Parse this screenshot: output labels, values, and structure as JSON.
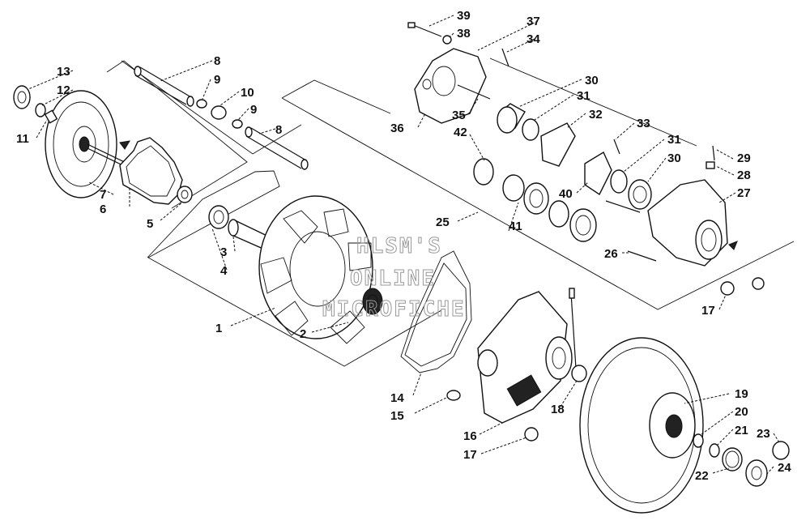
{
  "watermark": {
    "line1": "HLSM'S",
    "line2": "ONLINE",
    "line3": "MICROFICHE"
  },
  "callouts": [
    {
      "id": "c1",
      "text": "1"
    },
    {
      "id": "c2",
      "text": "2"
    },
    {
      "id": "c3",
      "text": "3"
    },
    {
      "id": "c4",
      "text": "4"
    },
    {
      "id": "c5",
      "text": "5"
    },
    {
      "id": "c6",
      "text": "6"
    },
    {
      "id": "c7",
      "text": "7"
    },
    {
      "id": "c8a",
      "text": "8"
    },
    {
      "id": "c8b",
      "text": "8"
    },
    {
      "id": "c9a",
      "text": "9"
    },
    {
      "id": "c9b",
      "text": "9"
    },
    {
      "id": "c10",
      "text": "10"
    },
    {
      "id": "c11",
      "text": "11"
    },
    {
      "id": "c12",
      "text": "12"
    },
    {
      "id": "c13",
      "text": "13"
    },
    {
      "id": "c14",
      "text": "14"
    },
    {
      "id": "c15",
      "text": "15"
    },
    {
      "id": "c16",
      "text": "16"
    },
    {
      "id": "c17a",
      "text": "17"
    },
    {
      "id": "c17b",
      "text": "17"
    },
    {
      "id": "c18",
      "text": "18"
    },
    {
      "id": "c19",
      "text": "19"
    },
    {
      "id": "c20",
      "text": "20"
    },
    {
      "id": "c21",
      "text": "21"
    },
    {
      "id": "c22",
      "text": "22"
    },
    {
      "id": "c23",
      "text": "23"
    },
    {
      "id": "c24",
      "text": "24"
    },
    {
      "id": "c25",
      "text": "25"
    },
    {
      "id": "c26",
      "text": "26"
    },
    {
      "id": "c27",
      "text": "27"
    },
    {
      "id": "c28",
      "text": "28"
    },
    {
      "id": "c29",
      "text": "29"
    },
    {
      "id": "c30a",
      "text": "30"
    },
    {
      "id": "c30b",
      "text": "30"
    },
    {
      "id": "c31a",
      "text": "31"
    },
    {
      "id": "c31b",
      "text": "31"
    },
    {
      "id": "c32",
      "text": "32"
    },
    {
      "id": "c33",
      "text": "33"
    },
    {
      "id": "c34",
      "text": "34"
    },
    {
      "id": "c35",
      "text": "35"
    },
    {
      "id": "c36",
      "text": "36"
    },
    {
      "id": "c37",
      "text": "37"
    },
    {
      "id": "c38",
      "text": "38"
    },
    {
      "id": "c39",
      "text": "39"
    },
    {
      "id": "c40",
      "text": "40"
    },
    {
      "id": "c41",
      "text": "41"
    },
    {
      "id": "c42",
      "text": "42"
    }
  ]
}
